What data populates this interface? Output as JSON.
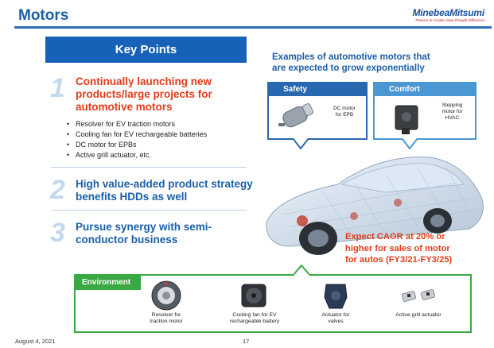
{
  "header": {
    "title": "Motors",
    "logo_brand": "MinebeaMitsumi",
    "logo_tagline": "Passion to Create Value through Difference"
  },
  "key_points": {
    "title": "Key Points",
    "points": [
      {
        "number": "1",
        "heading": "Continually launching new products/large projects for automotive motors",
        "color": "#e33b1a"
      },
      {
        "number": "2",
        "heading": "High value-added product strategy benefits HDDs as well",
        "color": "#1a5fa8"
      },
      {
        "number": "3",
        "heading": "Pursue synergy with semi-conductor business",
        "color": "#1a5fa8"
      }
    ],
    "bullets": [
      "Resolver for EV traction motors",
      "Cooling fan for EV rechargeable batteries",
      "DC motor for EPBs",
      "Active grill actuator, etc."
    ]
  },
  "examples": {
    "title_line1": "Examples of automotive motors that",
    "title_line2": "are expected to grow exponentially",
    "safety": {
      "label": "Safety",
      "item_line1": "DC motor",
      "item_line2": "for EPB"
    },
    "comfort": {
      "label": "Comfort",
      "item_line1": "Stepping",
      "item_line2": "motor for",
      "item_line3": "HVAC"
    }
  },
  "cagr": {
    "line1": "Expect CAGR at 20% or",
    "line2": "higher for sales of motor",
    "line3": "for autos (FY3/21-FY3/25)"
  },
  "environment": {
    "label": "Environment",
    "items": [
      {
        "line1": "Resolver for",
        "line2": "traction motor"
      },
      {
        "line1": "Cooling fan for EV",
        "line2": "rechargeable battery"
      },
      {
        "line1": "Actuator for",
        "line2": "valves"
      },
      {
        "line1": "Active grill actuator",
        "line2": ""
      }
    ]
  },
  "footer": {
    "date": "August 4, 2021",
    "page": "17"
  },
  "colors": {
    "brand_blue": "#1762b8",
    "accent_red": "#e33b1a",
    "environment_green": "#3aa843",
    "comfort_blue": "#4b97d4"
  }
}
